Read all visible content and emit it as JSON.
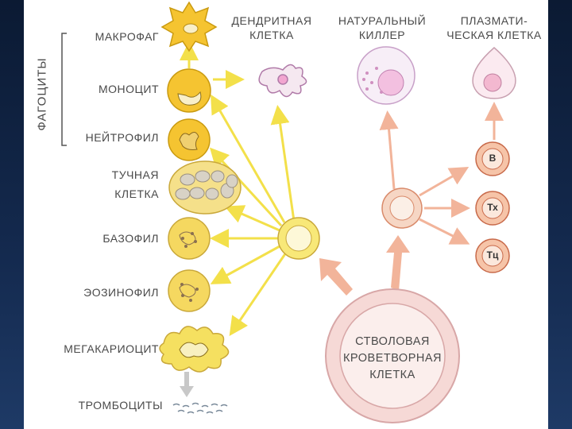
{
  "group_label": "ФАГОЦИТЫ",
  "cells_left": {
    "macrophage": "МАКРОФАГ",
    "monocyte": "МОНОЦИТ",
    "neutrophil": "НЕЙТРОФИЛ",
    "mast_line1": "ТУЧНАЯ",
    "mast_line2": "КЛЕТКА",
    "basophil": "БАЗОФИЛ",
    "eosinophil": "ЭОЗИНОФИЛ",
    "megakaryocyte": "МЕГАКАРИОЦИТ",
    "platelets": "ТРОМБОЦИТЫ"
  },
  "cells_top": {
    "dendritic_line1": "ДЕНДРИТНАЯ",
    "dendritic_line2": "КЛЕТКА",
    "nk_line1": "НАТУРАЛЬНЫЙ",
    "nk_line2": "КИЛЛЕР",
    "plasma_line1": "ПЛАЗМАТИ-",
    "plasma_line2": "ЧЕСКАЯ КЛЕТКА"
  },
  "lymphocytes": {
    "b": "B",
    "th": "Тх",
    "tc": "Тц"
  },
  "stem_cell": {
    "line1": "СТВОЛОВАЯ",
    "line2": "КРОВЕТВОРНАЯ",
    "line3": "КЛЕТКА"
  },
  "colors": {
    "myeloid_fill": "#f5c431",
    "myeloid_stroke": "#c99a10",
    "arrow_yellow": "#f3e04a",
    "lymphoid_fill": "#f6d6c4",
    "lymphoid_stroke": "#d98a6a",
    "arrow_salmon": "#f2b49a",
    "stem_fill": "#f6d9d6",
    "stem_stroke": "#d8a7a7"
  }
}
